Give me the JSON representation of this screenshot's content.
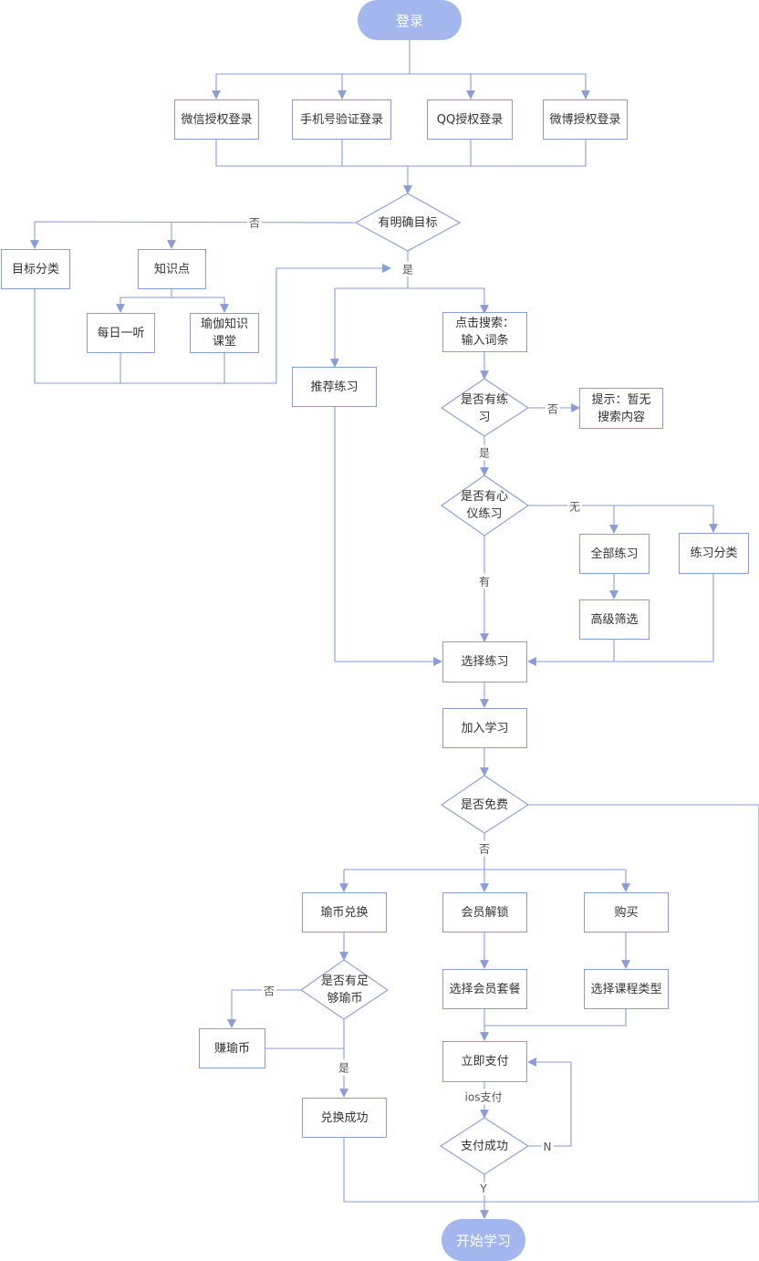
{
  "start": "登录",
  "login": {
    "wechat": "微信授权登录",
    "phone": "手机号验证登录",
    "qq": "QQ授权登录",
    "weibo": "微博授权登录"
  },
  "goal": {
    "question": "有明确目标",
    "no": "否",
    "yes": "是",
    "category": "目标分类",
    "knowledge": "知识点",
    "daily": "每日一听",
    "yoga_class": "瑜伽知识课堂",
    "recommend": "推荐练习"
  },
  "search": {
    "click_search": "点击搜索：输入词条",
    "has_practice": "是否有练习",
    "no": "否",
    "hint": "提示：暂无搜索内容",
    "yes": "是",
    "has_wish": "是否有心仪练习",
    "none": "无",
    "has": "有",
    "all": "全部练习",
    "filter": "高级筛选",
    "classify": "练习分类"
  },
  "select": {
    "choose": "选择练习",
    "join": "加入学习",
    "is_free": "是否免费",
    "no": "否"
  },
  "coin": {
    "exchange": "瑜币兑换",
    "enough": "是否有足够瑜币",
    "no": "否",
    "earn": "赚瑜币",
    "yes": "是",
    "success": "兑换成功"
  },
  "member": {
    "unlock": "会员解锁",
    "package": "选择会员套餐"
  },
  "buy": {
    "purchase": "购买",
    "course_type": "选择课程类型"
  },
  "pay": {
    "now": "立即支付",
    "ios": "ios支付",
    "success": "支付成功",
    "n": "N",
    "y": "Y"
  },
  "end": "开始学习",
  "colors": {
    "line": "#8a9dd8",
    "pill": "#a4b6ee",
    "text": "#333333"
  }
}
